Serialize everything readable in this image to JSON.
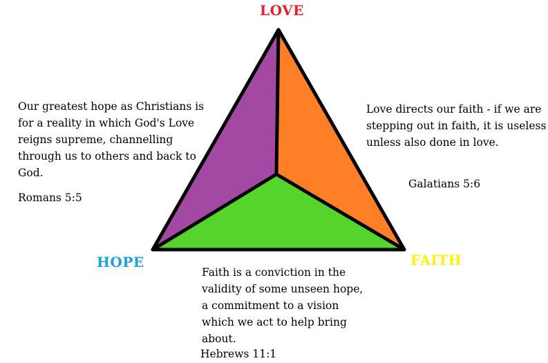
{
  "diagram": {
    "vertices": {
      "love": {
        "label": "LOVE",
        "color": "#e8202a"
      },
      "hope": {
        "label": "HOPE",
        "color": "#1aa2dc"
      },
      "faith": {
        "label": "FAITH",
        "color": "#fff200"
      }
    },
    "regions": {
      "left": {
        "color": "#a349a4"
      },
      "right": {
        "color": "#ff7f27"
      },
      "bottom": {
        "color": "#55d52b"
      }
    },
    "annotations": {
      "hope_text": {
        "lines": [
          "Our greatest hope as Christians is",
          "for a reality in which God's Love",
          "reigns supreme, channelling",
          "through us to others and back to",
          "God."
        ],
        "reference": "Romans 5:5"
      },
      "love_text": {
        "lines": [
          "Love directs our faith - if we are",
          "stepping out in faith, it is useless",
          "unless also done in love."
        ],
        "reference": "Galatians 5:6"
      },
      "faith_text": {
        "lines": [
          "Faith is a conviction in the",
          "validity of some unseen hope,",
          "a commitment to a vision",
          "which we act to help bring",
          "about."
        ],
        "reference": "Hebrews 11:1"
      }
    }
  }
}
